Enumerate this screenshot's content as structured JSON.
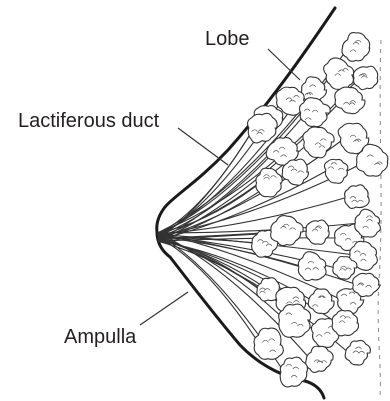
{
  "diagram": {
    "labels": {
      "lobe": "Lobe",
      "lactiferous_duct": "Lactiferous duct",
      "ampulla": "Ampulla"
    }
  }
}
